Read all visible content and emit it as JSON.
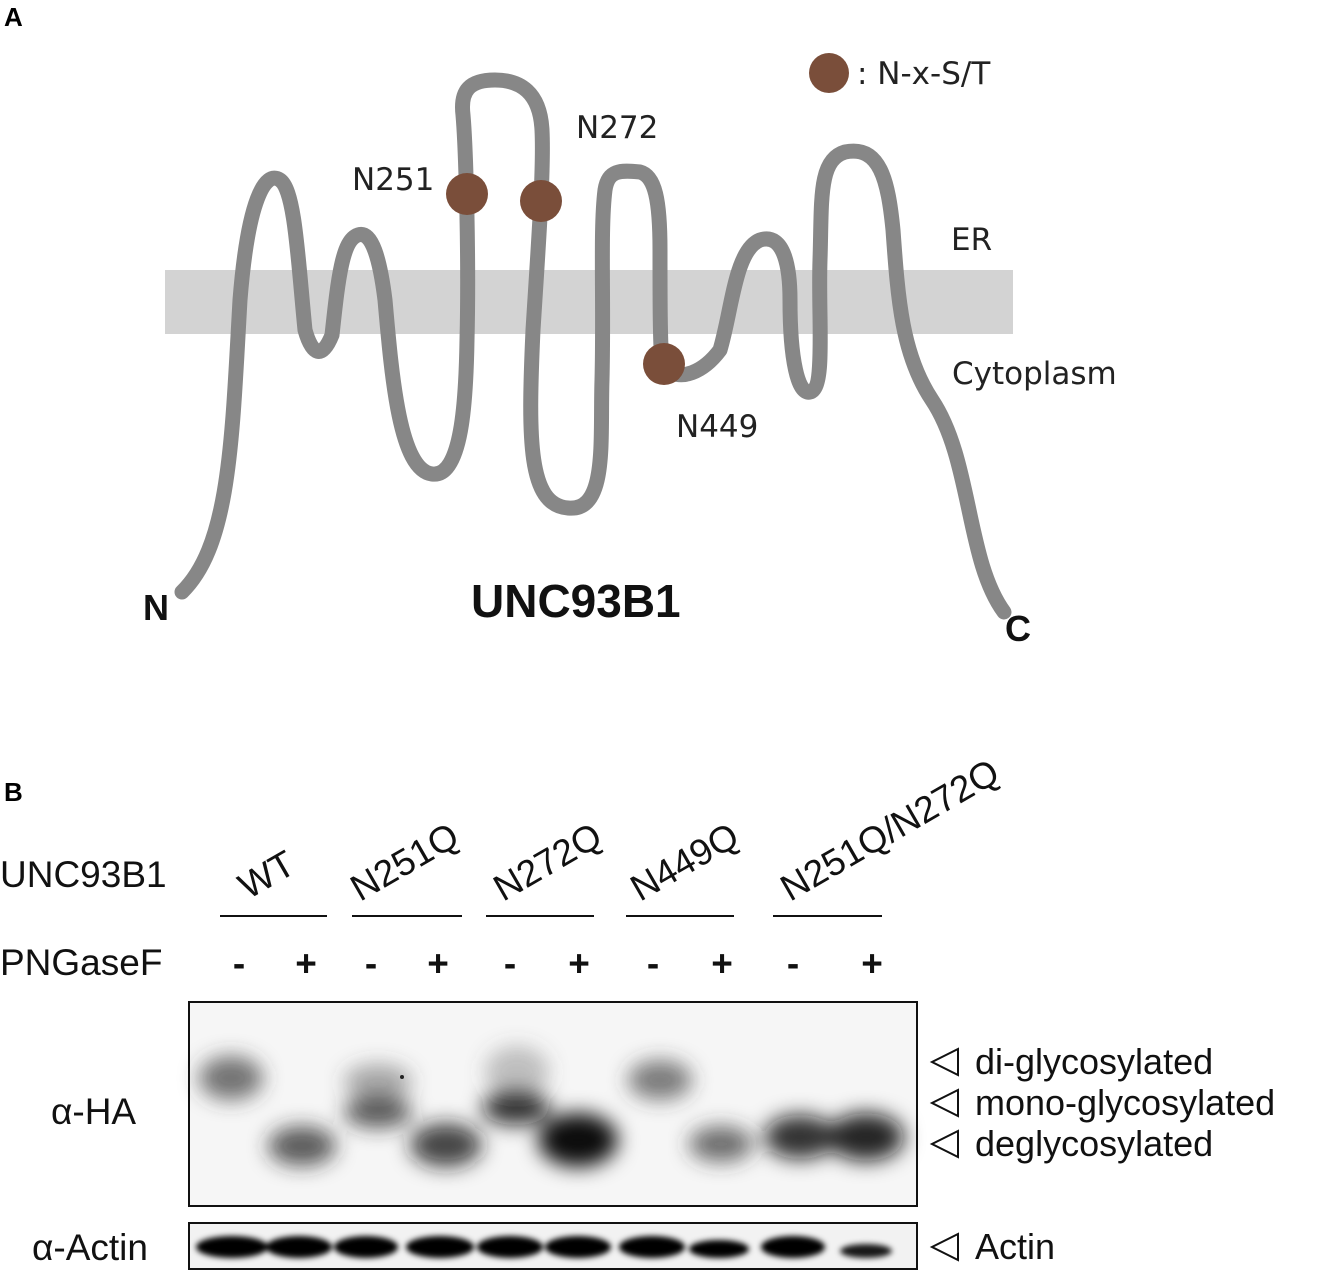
{
  "panel_a": {
    "letter": "A",
    "legend_label": ": N-x-S/T",
    "sites": [
      "N251",
      "N272",
      "N449"
    ],
    "compartments": {
      "lumen": "ER",
      "cytosol": "Cytoplasm"
    },
    "termini": {
      "n": "N",
      "c": "C"
    },
    "protein_name": "UNC93B1",
    "colors": {
      "site": "#7a4e3a",
      "chain": "#878787",
      "membrane": "#d3d3d3"
    }
  },
  "panel_b": {
    "letter": "B",
    "row_label_construct": "UNC93B1",
    "row_label_treatment": "PNGaseF",
    "constructs": [
      "WT",
      "N251Q",
      "N272Q",
      "N449Q",
      "N251Q/N272Q"
    ],
    "treatments": [
      "-",
      "+",
      "-",
      "+",
      "-",
      "+",
      "-",
      "+",
      "-",
      "+"
    ],
    "blot_labels": {
      "ha": "α-HA",
      "actin": "α-Actin"
    },
    "band_labels": [
      "di-glycosylated",
      "mono-glycosylated",
      "deglycosylated"
    ],
    "actin_label": "Actin"
  }
}
